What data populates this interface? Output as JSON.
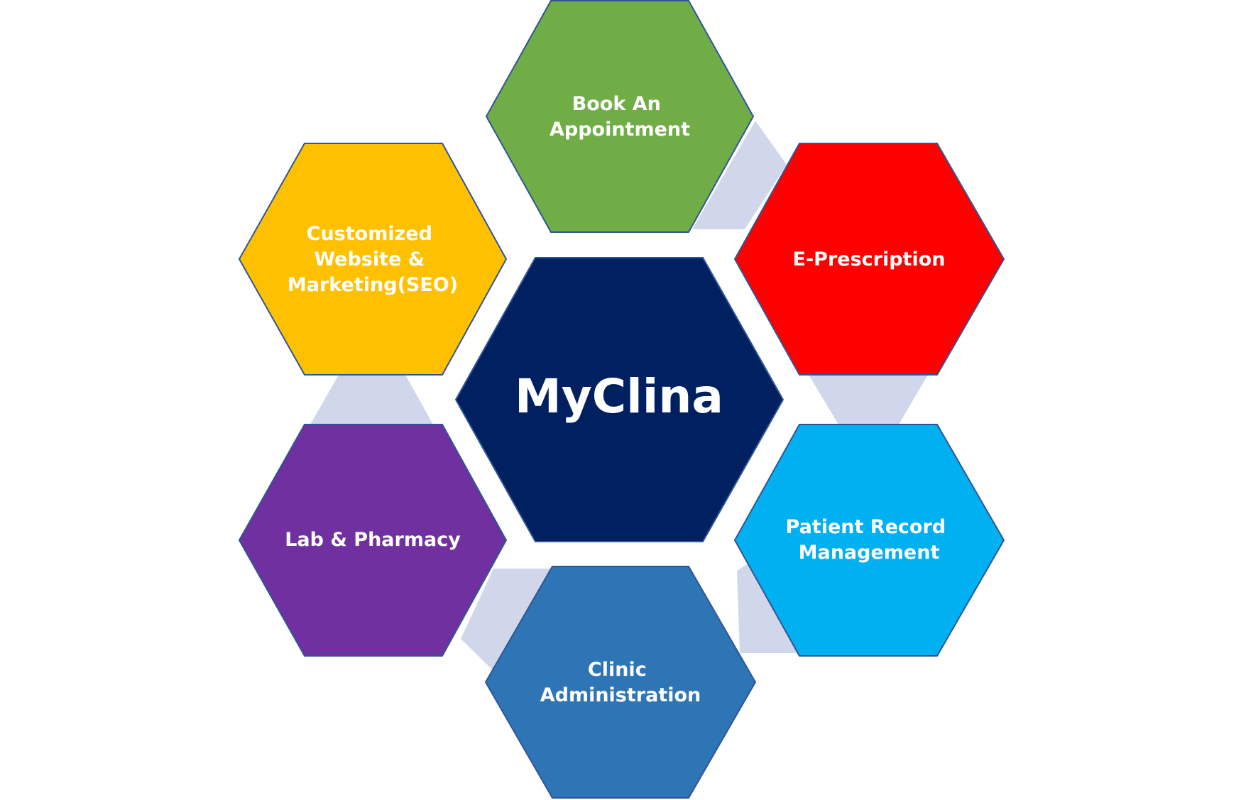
{
  "center": {
    "label": "MyClina",
    "color": "#002060"
  },
  "nodes": [
    {
      "id": "book-appointment",
      "lines": [
        "Book An",
        "Appointment"
      ],
      "color": "#70ad47"
    },
    {
      "id": "e-prescription",
      "lines": [
        "E-Prescription"
      ],
      "color": "#ff0000"
    },
    {
      "id": "patient-record",
      "lines": [
        "Patient Record",
        "Management"
      ],
      "color": "#00b0f0"
    },
    {
      "id": "clinic-administration",
      "lines": [
        "Clinic",
        "Administration"
      ],
      "color": "#2e75b6"
    },
    {
      "id": "lab-pharmacy",
      "lines": [
        "Lab & Pharmacy"
      ],
      "color": "#7030a0"
    },
    {
      "id": "customized-website",
      "lines": [
        "Customized",
        "Website &",
        "Marketing(SEO)"
      ],
      "color": "#ffc000"
    }
  ],
  "connector_color": "#d1d7ea"
}
